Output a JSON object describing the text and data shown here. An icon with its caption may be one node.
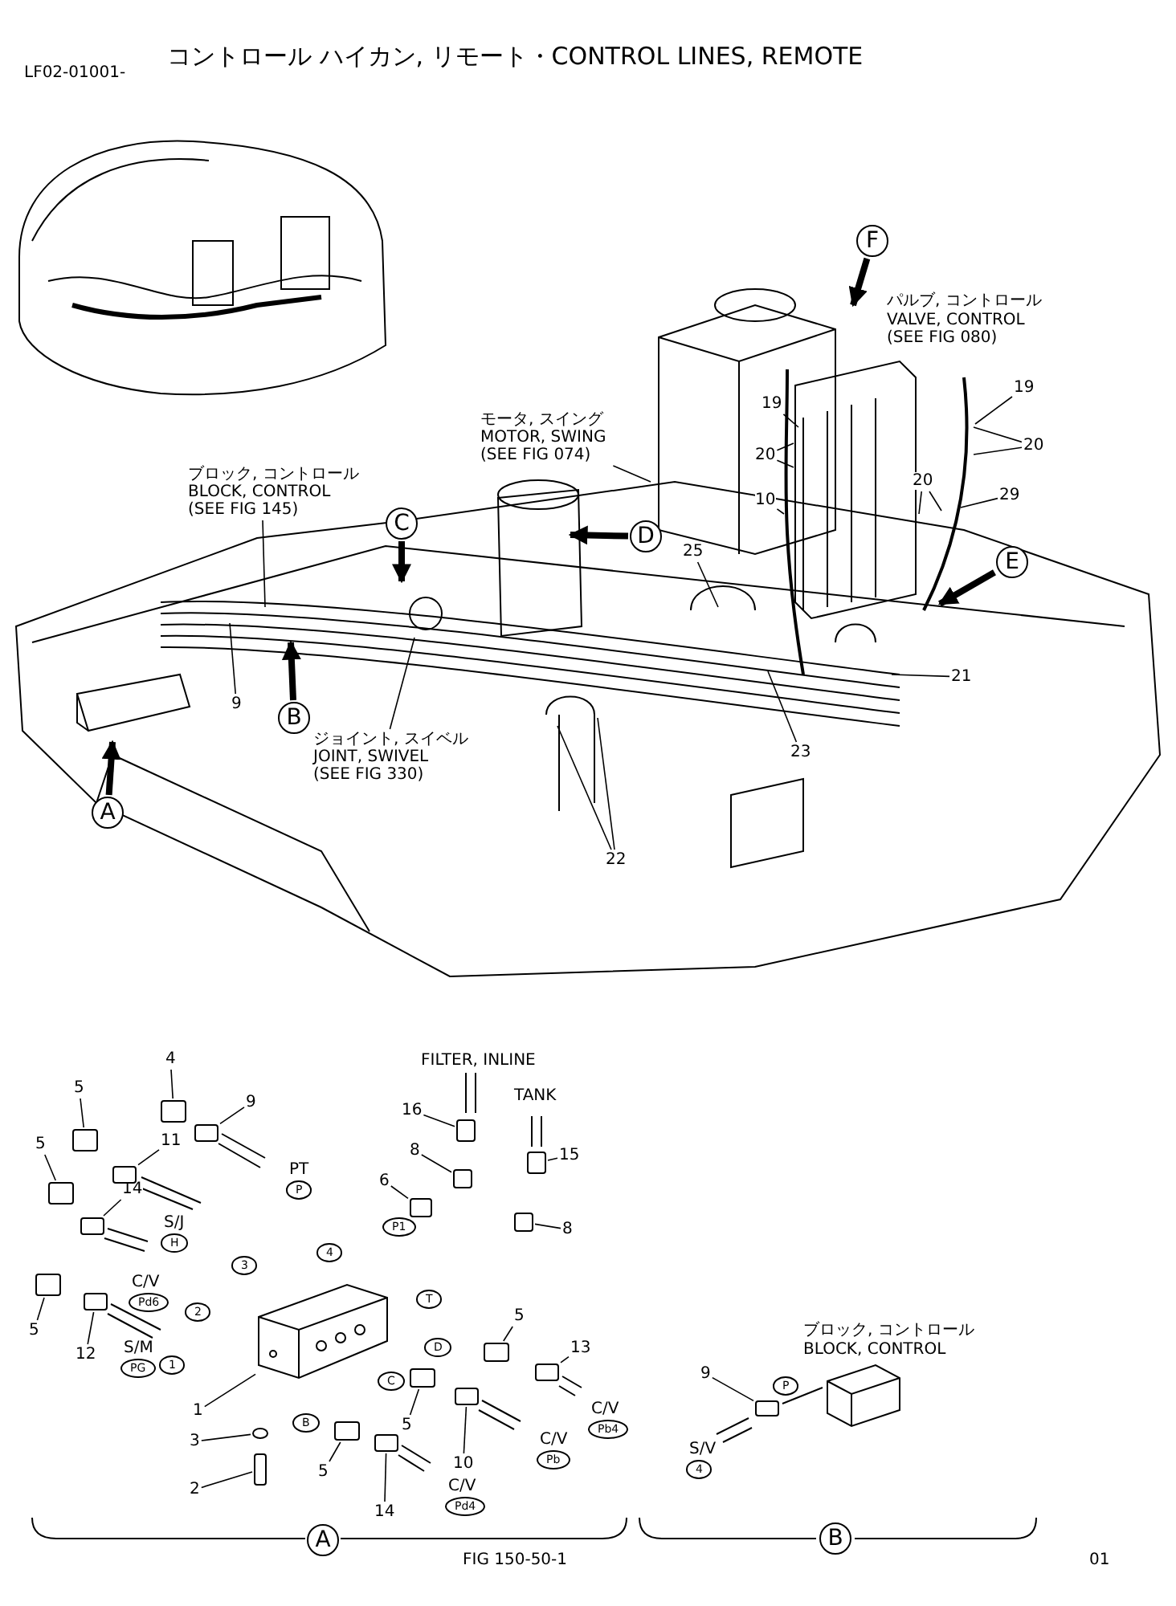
{
  "diagram": {
    "title": "コントロール ハイカン, リモート・CONTROL LINES, REMOTE",
    "nodes": [
      {
        "text": [
          "F"
        ]
      },
      {
        "text": [
          "19"
        ]
      },
      {
        "text": [
          "19"
        ]
      },
      {
        "text": [
          "モータ, スイング",
          "MOTOR, SWING (SEE FIG 074)"
        ]
      },
      {
        "text": [
          "20"
        ]
      },
      {
        "text": [
          "20"
        ]
      },
      {
        "text": [
          "20"
        ]
      },
      {
        "text": [
          "ブロック, コントロール",
          "BLOCK, CONTROL (SEE FIG 145)"
        ]
      },
      {
        "text": [
          "29"
        ]
      },
      {
        "text": [
          "10"
        ]
      },
      {
        "text": [
          "C"
        ]
      },
      {
        "text": [
          "D"
        ]
      },
      {
        "text": [
          "25"
        ]
      },
      {
        "text": [
          "E"
        ]
      },
      {
        "text": [
          "21"
        ]
      },
      {
        "text": [
          "9"
        ]
      },
      {
        "text": [
          "B"
        ]
      },
      {
        "text": [
          "ジョイント, スイベル",
          "JOINT, SWIVEL (SEE FIG 330)"
        ]
      },
      {
        "text": [
          "23"
        ]
      },
      {
        "text": [
          "A"
        ]
      },
      {
        "text": [
          "22"
        ]
      },
      {
        "text": [
          "4"
        ]
      },
      {
        "text": [
          "16"
        ]
      },
      {
        "text": [
          "5"
        ]
      },
      {
        "text": [
          "9"
        ]
      },
      {
        "text": [
          "8"
        ]
      },
      {
        "text": [
          "5"
        ]
      },
      {
        "text": [
          "11"
        ]
      },
      {
        "text": [
          "15"
        ]
      },
      {
        "text": [
          "P"
        ],
        "beside": [
          "PT"
        ]
      },
      {
        "text": [
          "6"
        ]
      },
      {
        "text": [
          "14"
        ]
      },
      {
        "text": [
          "P1"
        ]
      },
      {
        "text": [
          "8"
        ]
      },
      {
        "text": [
          "H"
        ],
        "beside": [
          "S/J"
        ]
      },
      {
        "text": [
          "4"
        ]
      },
      {
        "text": [
          "3"
        ]
      },
      {
        "text": [
          "T"
        ]
      },
      {
        "text": [
          "Pd6"
        ],
        "beside": [
          "C/V"
        ]
      },
      {
        "text": [
          "2"
        ]
      },
      {
        "text": [
          "5"
        ]
      },
      {
        "text": [
          "5"
        ]
      },
      {
        "text": [
          "D"
        ]
      },
      {
        "text": [
          "12"
        ]
      },
      {
        "text": [
          "13"
        ]
      },
      {
        "text": [
          "1"
        ]
      },
      {
        "text": [
          "PG"
        ],
        "beside": [
          "S/M"
        ]
      },
      {
        "text": [
          "C"
        ]
      },
      {
        "text": [
          "1"
        ]
      },
      {
        "text": [
          "5"
        ]
      },
      {
        "text": [
          "B"
        ]
      },
      {
        "text": [
          "Pb4"
        ],
        "beside": [
          "C/V"
        ]
      },
      {
        "text": [
          "3"
        ]
      },
      {
        "text": [
          "10"
        ]
      },
      {
        "text": [
          "Pb"
        ],
        "beside": [
          "C/V"
        ]
      },
      {
        "text": [
          "5"
        ]
      },
      {
        "text": [
          "2"
        ]
      },
      {
        "text": [
          "14"
        ]
      },
      {
        "text": [
          "Pd4"
        ],
        "beside": [
          "C/V"
        ]
      },
      {
        "text": [
          "9"
        ]
      },
      {
        "text": [
          "P"
        ]
      },
      {
        "text": [
          "4"
        ],
        "beside": [
          "S/V"
        ]
      },
      {
        "text": [
          "A"
        ]
      },
      {
        "text": [
          "B"
        ]
      },
      {
        "text": [],
        "shape": "box"
      },
      {
        "text": [],
        "shape": "box"
      },
      {
        "text": [],
        "shape": "box"
      },
      {
        "text": [],
        "shape": "box"
      },
      {
        "text": [],
        "shape": "box"
      },
      {
        "text": [],
        "shape": "box"
      },
      {
        "text": [],
        "shape": "box"
      },
      {
        "text": [],
        "shape": "box"
      },
      {
        "text": [],
        "shape": "box"
      },
      {
        "text": [],
        "shape": "box"
      },
      {
        "text": [],
        "shape": "box"
      },
      {
        "text": [],
        "shape": "box"
      },
      {
        "text": [],
        "shape": "box"
      },
      {
        "text": [],
        "shape": "box"
      },
      {
        "text": [],
        "shape": "box"
      },
      {
        "text": [],
        "shape": "box"
      },
      {
        "text": [],
        "shape": "box"
      },
      {
        "text": [],
        "shape": "circle"
      },
      {
        "text": [],
        "shape": "box"
      },
      {
        "text": [],
        "shape": "box"
      },
      {
        "text": [],
        "shape": "box"
      },
      {
        "text": [],
        "shape": "box"
      },
      {
        "text": [],
        "shape": "box"
      }
    ],
    "edges": [
      {
        "from": 0,
        "to": null,
        "arrow": "to",
        "style": "thick"
      },
      {
        "from": 1,
        "to": null,
        "arrow": "none"
      },
      {
        "from": 2,
        "to": null,
        "arrow": "none"
      },
      {
        "from": 3,
        "to": null,
        "arrow": "none"
      },
      {
        "from": 4,
        "to": null,
        "arrow": "none"
      },
      {
        "from": 4,
        "to": null,
        "arrow": "none"
      },
      {
        "from": 5,
        "to": null,
        "arrow": "none"
      },
      {
        "from": 5,
        "to": null,
        "arrow": "none"
      },
      {
        "from": 6,
        "to": null,
        "arrow": "none"
      },
      {
        "from": 6,
        "to": null,
        "arrow": "none"
      },
      {
        "from": 7,
        "to": null,
        "arrow": "none"
      },
      {
        "from": 8,
        "to": null,
        "arrow": "none"
      },
      {
        "from": 9,
        "to": null,
        "arrow": "none"
      },
      {
        "from": 10,
        "to": null,
        "arrow": "to",
        "style": "thick"
      },
      {
        "from": 11,
        "to": null,
        "arrow": "to",
        "style": "thick"
      },
      {
        "from": 12,
        "to": null,
        "arrow": "none"
      },
      {
        "from": 13,
        "to": null,
        "arrow": "to",
        "style": "thick"
      },
      {
        "from": 14,
        "to": null,
        "arrow": "none"
      },
      {
        "from": 15,
        "to": null,
        "arrow": "none"
      },
      {
        "from": 16,
        "to": null,
        "arrow": "to",
        "style": "thick"
      },
      {
        "from": 17,
        "to": null,
        "arrow": "none"
      },
      {
        "from": 18,
        "to": null,
        "arrow": "none"
      },
      {
        "from": 19,
        "to": null,
        "arrow": "to",
        "style": "thick"
      },
      {
        "from": 20,
        "to": null,
        "arrow": "none"
      },
      {
        "from": 20,
        "to": null,
        "arrow": "none"
      },
      {
        "from": 21,
        "to": 64,
        "arrow": "none"
      },
      {
        "from": 22,
        "to": 65,
        "arrow": "none"
      },
      {
        "from": 23,
        "to": 66,
        "arrow": "none"
      },
      {
        "from": 24,
        "to": 67,
        "arrow": "none"
      },
      {
        "from": 25,
        "to": 68,
        "arrow": "none"
      },
      {
        "from": 26,
        "to": 69,
        "arrow": "none"
      },
      {
        "from": 27,
        "to": 70,
        "arrow": "none"
      },
      {
        "from": 28,
        "to": 71,
        "arrow": "none"
      },
      {
        "from": 30,
        "to": 72,
        "arrow": "none"
      },
      {
        "from": 31,
        "to": 73,
        "arrow": "none"
      },
      {
        "from": 33,
        "to": 74,
        "arrow": "none"
      },
      {
        "from": 40,
        "to": 75,
        "arrow": "none"
      },
      {
        "from": 41,
        "to": 76,
        "arrow": "none"
      },
      {
        "from": 43,
        "to": 77,
        "arrow": "none"
      },
      {
        "from": 44,
        "to": 78,
        "arrow": "none"
      },
      {
        "from": 48,
        "to": 79,
        "arrow": "none"
      },
      {
        "from": 49,
        "to": 80,
        "arrow": "none"
      },
      {
        "from": 52,
        "to": 81,
        "arrow": "none"
      },
      {
        "from": 53,
        "to": 82,
        "arrow": "none"
      },
      {
        "from": 55,
        "to": 83,
        "arrow": "none"
      },
      {
        "from": 56,
        "to": 84,
        "arrow": "none"
      },
      {
        "from": 57,
        "to": 85,
        "arrow": "none"
      },
      {
        "from": 59,
        "to": 86,
        "arrow": "none"
      }
    ],
    "labels": [
      "LF02-01001-",
      "パルブ, コントロール",
      "VALVE, CONTROL (SEE FIG 080)",
      "FILTER, INLINE",
      "TANK",
      "ブロック, コントロール",
      "BLOCK, CONTROL",
      "FIG 150-50-1",
      "01"
    ]
  }
}
